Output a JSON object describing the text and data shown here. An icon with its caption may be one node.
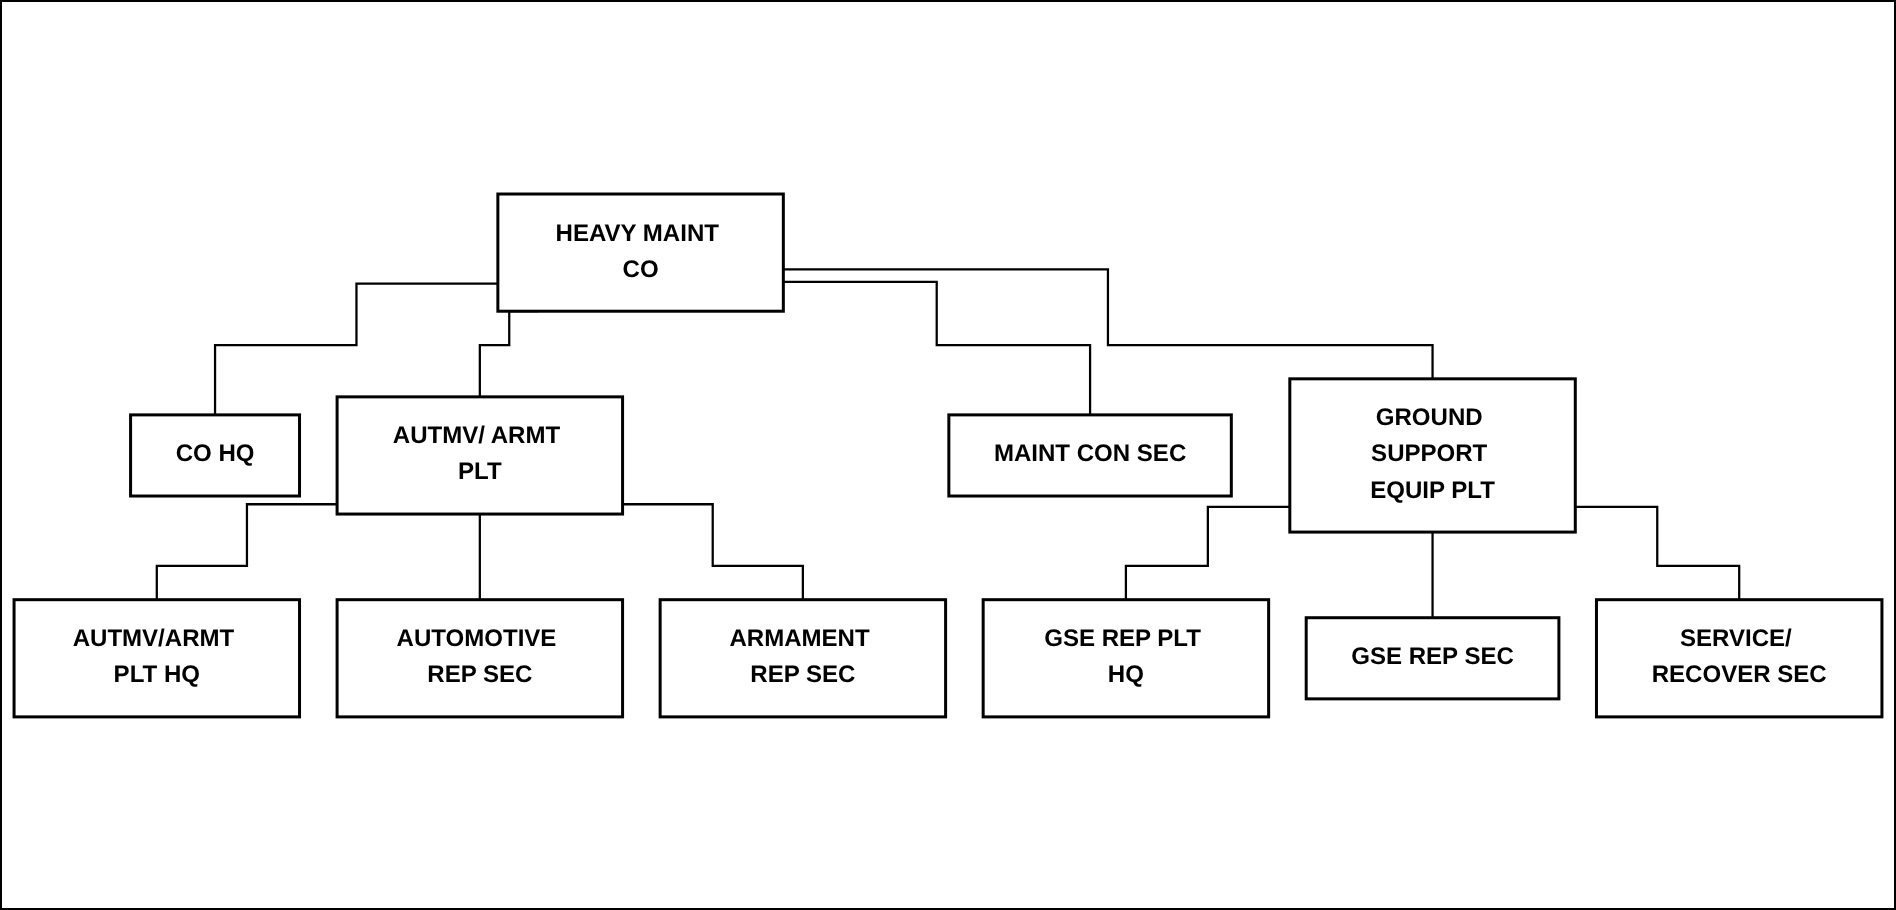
{
  "diagram": {
    "nodes": [
      {
        "text": [
          "HEAVY MAINT CO"
        ]
      },
      {
        "text": [
          "CO HQ"
        ]
      },
      {
        "text": [
          "AUTMV/ ARMT PLT"
        ]
      },
      {
        "text": [
          "MAINT CON SEC"
        ]
      },
      {
        "text": [
          "GROUND SUPPORT EQUIP PLT"
        ]
      },
      {
        "text": [
          "AUTMV/ARMT PLT HQ"
        ]
      },
      {
        "text": [
          "AUTOMOTIVE REP SEC"
        ]
      },
      {
        "text": [
          "ARMAMENT REP SEC"
        ]
      },
      {
        "text": [
          "GSE REP PLT HQ"
        ]
      },
      {
        "text": [
          "GSE REP SEC"
        ]
      },
      {
        "text": [
          "SERVICE/ RECOVER SEC"
        ]
      }
    ],
    "edges": [
      {
        "from": 0,
        "to": 1,
        "arrow": "none"
      },
      {
        "from": 0,
        "to": 2,
        "arrow": "none"
      },
      {
        "from": 0,
        "to": 3,
        "arrow": "none"
      },
      {
        "from": 0,
        "to": 4,
        "arrow": "none"
      },
      {
        "from": 2,
        "to": 5,
        "arrow": "none"
      },
      {
        "from": 2,
        "to": 6,
        "arrow": "none"
      },
      {
        "from": 2,
        "to": 7,
        "arrow": "none"
      },
      {
        "from": 4,
        "to": 8,
        "arrow": "none"
      },
      {
        "from": 4,
        "to": 9,
        "arrow": "none"
      },
      {
        "from": 4,
        "to": 10,
        "arrow": "none"
      }
    ]
  }
}
